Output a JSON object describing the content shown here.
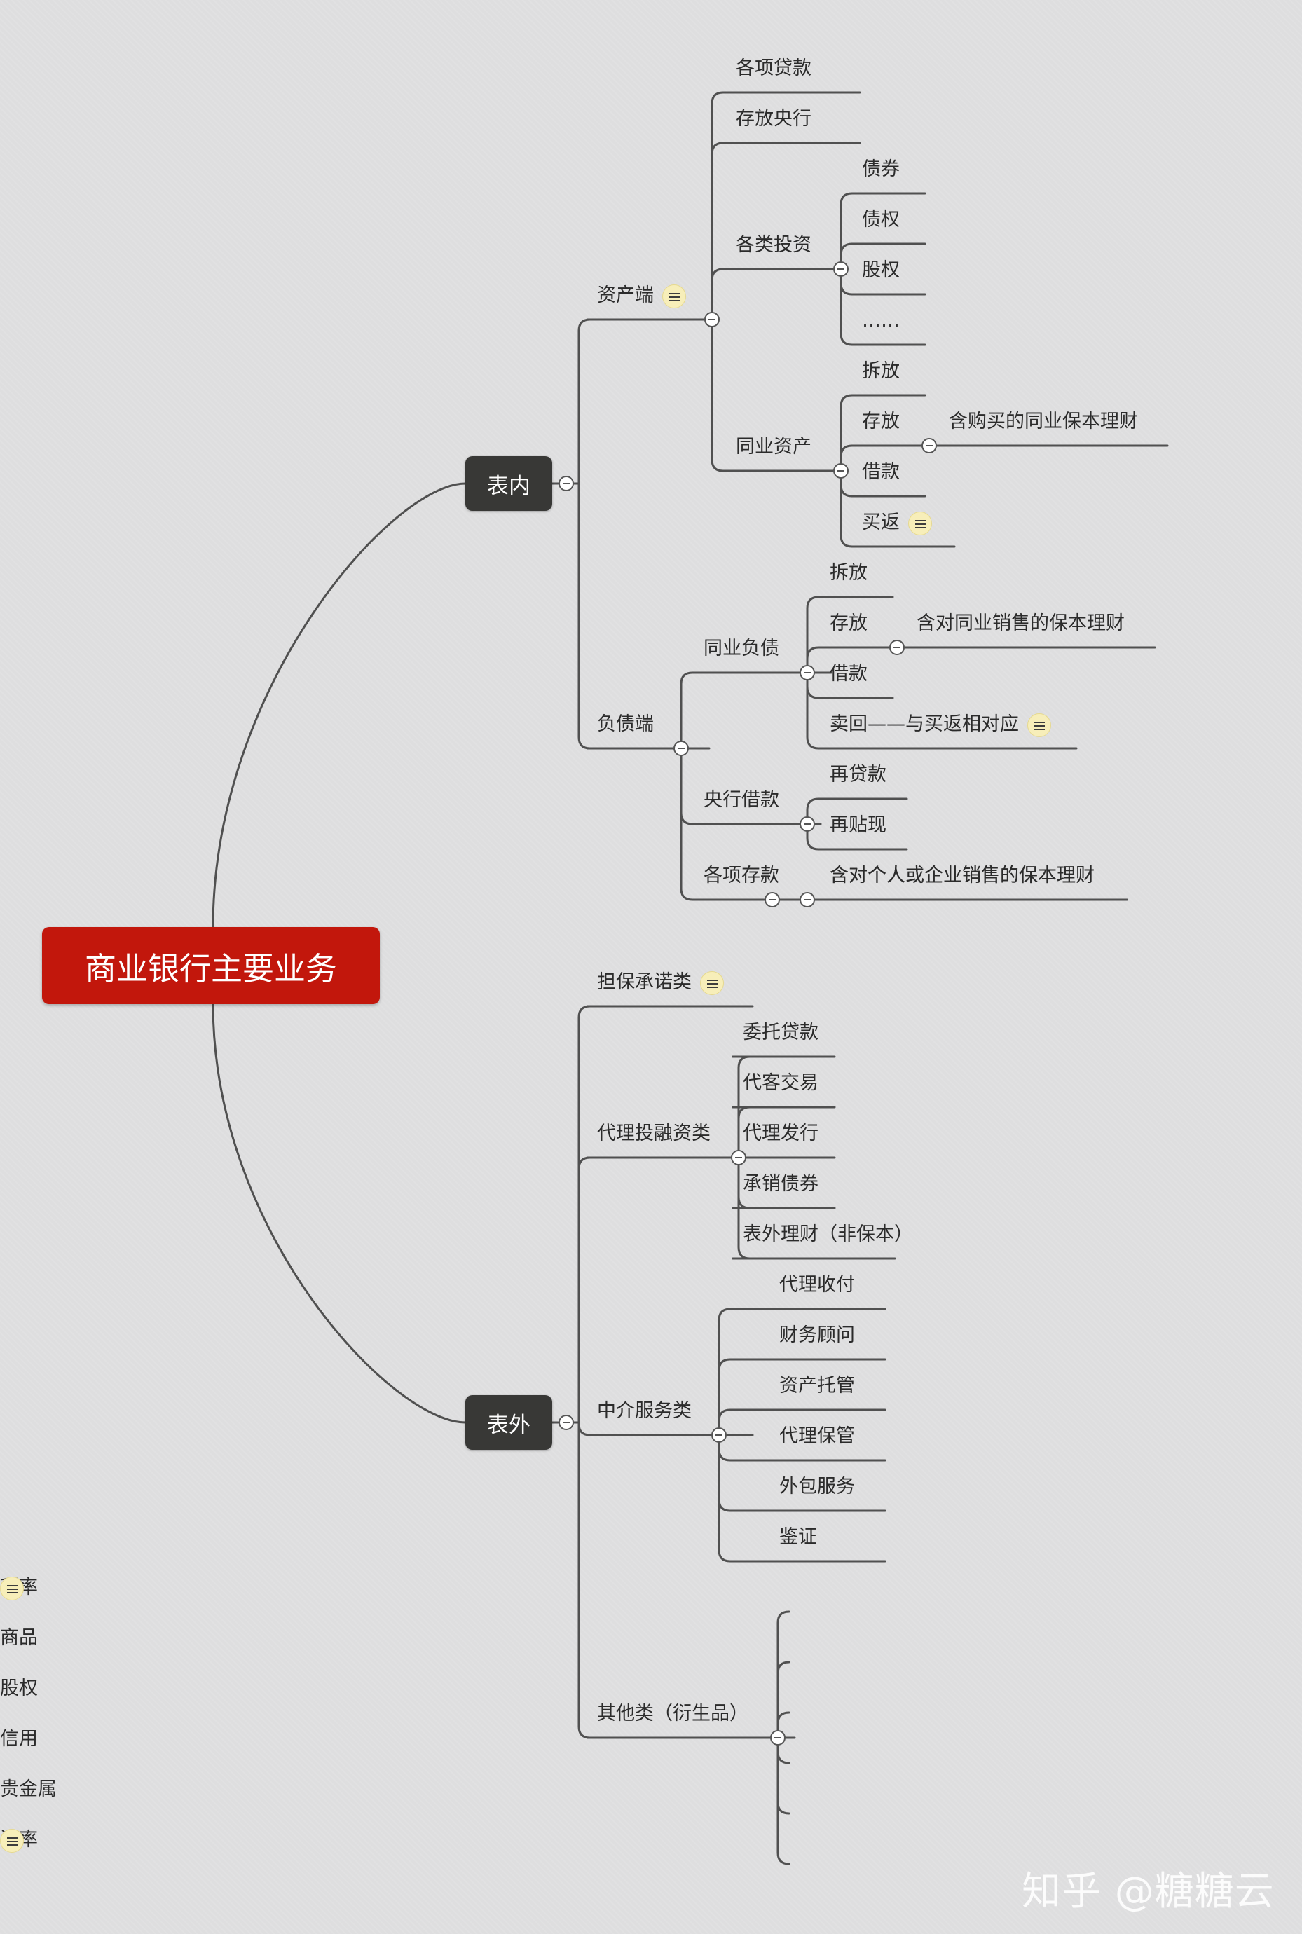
{
  "root": "商业银行主要业务",
  "branches": [
    {
      "label": "表内",
      "children": [
        {
          "label": "资产端",
          "note": true,
          "children": [
            {
              "label": "各项贷款"
            },
            {
              "label": "存放央行"
            },
            {
              "label": "各类投资",
              "children": [
                {
                  "label": "债券"
                },
                {
                  "label": "债权"
                },
                {
                  "label": "股权"
                },
                {
                  "label": "……"
                }
              ]
            },
            {
              "label": "同业资产",
              "children": [
                {
                  "label": "拆放"
                },
                {
                  "label": "存放",
                  "children": [
                    {
                      "label": "含购买的同业保本理财"
                    }
                  ]
                },
                {
                  "label": "借款"
                },
                {
                  "label": "买返",
                  "note": true
                }
              ]
            }
          ]
        },
        {
          "label": "负债端",
          "children": [
            {
              "label": "同业负债",
              "children": [
                {
                  "label": "拆放"
                },
                {
                  "label": "存放",
                  "children": [
                    {
                      "label": "含对同业销售的保本理财"
                    }
                  ]
                },
                {
                  "label": "借款"
                },
                {
                  "label": "卖回——与买返相对应",
                  "note": true
                }
              ]
            },
            {
              "label": "央行借款",
              "children": [
                {
                  "label": "再贷款"
                },
                {
                  "label": "再贴现"
                }
              ]
            },
            {
              "label": "各项存款",
              "children": [
                {
                  "label": "含对个人或企业销售的保本理财"
                }
              ]
            }
          ]
        }
      ]
    },
    {
      "label": "表外",
      "children": [
        {
          "label": "担保承诺类",
          "note": true
        },
        {
          "label": "代理投融资类",
          "children": [
            {
              "label": "委托贷款"
            },
            {
              "label": "代客交易"
            },
            {
              "label": "代理发行"
            },
            {
              "label": "承销债券"
            },
            {
              "label": "表外理财（非保本）"
            }
          ]
        },
        {
          "label": "中介服务类",
          "children": [
            {
              "label": "代理收付"
            },
            {
              "label": "财务顾问"
            },
            {
              "label": "资产托管"
            },
            {
              "label": "代理保管"
            },
            {
              "label": "外包服务"
            },
            {
              "label": "鉴证"
            }
          ]
        },
        {
          "label": "其他类（衍生品）",
          "children": [
            {
              "label": "利率",
              "note": true
            },
            {
              "label": "商品"
            },
            {
              "label": "股权"
            },
            {
              "label": "信用"
            },
            {
              "label": "贵金属"
            },
            {
              "label": "汇率",
              "note": true
            }
          ]
        }
      ]
    }
  ],
  "watermark": "知乎 @糖糖云"
}
